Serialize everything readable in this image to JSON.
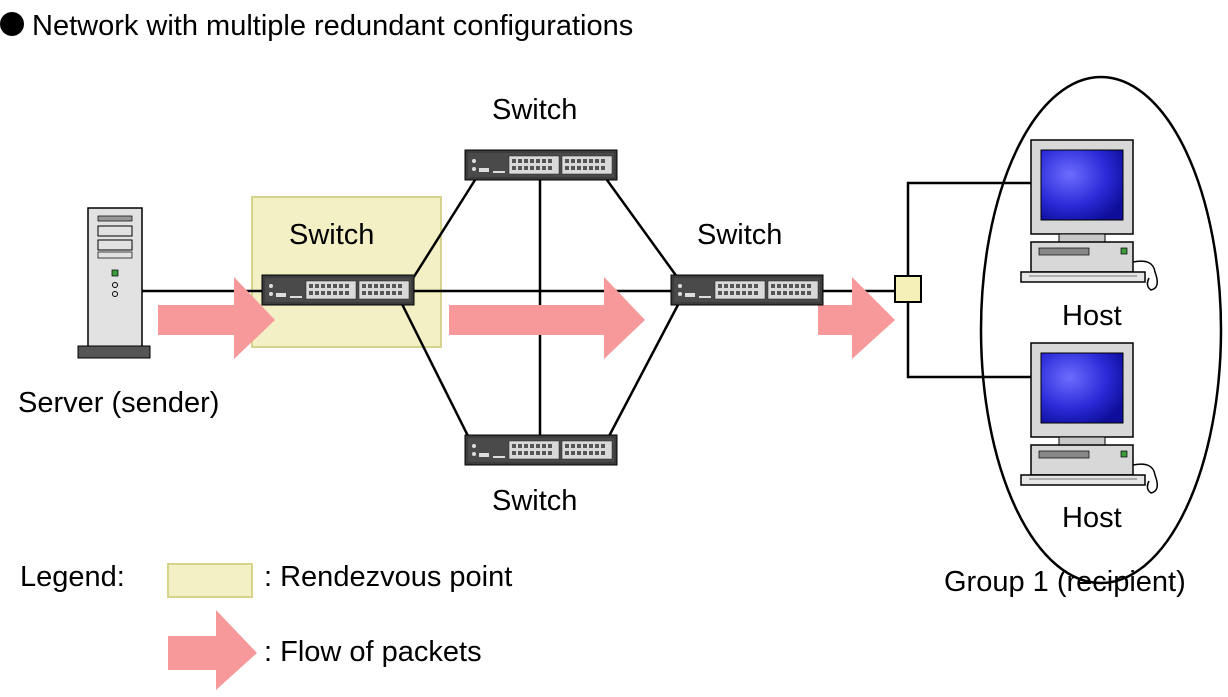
{
  "title": "Network with multiple redundant configurations",
  "nodes": {
    "switch_top": "Switch",
    "switch_rp": "Switch",
    "switch_right": "Switch",
    "switch_bottom": "Switch",
    "server": "Server (sender)",
    "host_1": "Host",
    "host_2": "Host",
    "group": "Group 1 (recipient)"
  },
  "legend": {
    "label": "Legend:",
    "rendezvous": ": Rendezvous point",
    "flow": ": Flow of packets"
  },
  "colors": {
    "rendezvous_fill": "#f2f0c4",
    "rendezvous_border": "#d6d48a",
    "arrow": "#f7999a",
    "line": "#000000",
    "hub_fill": "#f5f0b8"
  }
}
